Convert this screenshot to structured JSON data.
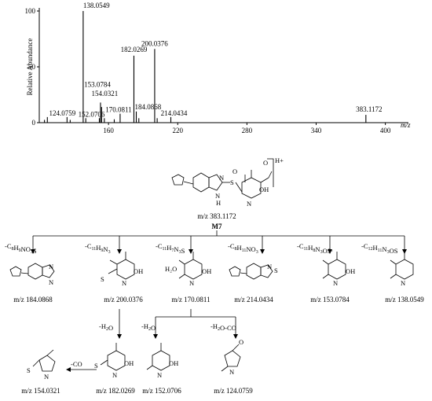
{
  "chart_data": {
    "type": "bar",
    "ylabel": "Relative Abundance",
    "xlabel": "m/z",
    "xlim": [
      100,
      420
    ],
    "ylim": [
      0,
      100
    ],
    "x_ticks": [
      160,
      220,
      280,
      340,
      400
    ],
    "y_ticks": [
      0,
      50,
      100
    ],
    "peaks": [
      {
        "mz": 104.5,
        "intensity": 2.5,
        "label": ""
      },
      {
        "mz": 107.0,
        "intensity": 5,
        "label": ""
      },
      {
        "mz": 124.0759,
        "intensity": 5,
        "label": "124.0759"
      },
      {
        "mz": 126.8,
        "intensity": 2.5,
        "label": ""
      },
      {
        "mz": 138.0549,
        "intensity": 100,
        "label": "138.0549"
      },
      {
        "mz": 140.3,
        "intensity": 4,
        "label": ""
      },
      {
        "mz": 152.0706,
        "intensity": 4,
        "label": "152.0706"
      },
      {
        "mz": 153.0784,
        "intensity": 18,
        "label": "153.0784"
      },
      {
        "mz": 154.0321,
        "intensity": 14,
        "label": "154.0321"
      },
      {
        "mz": 156.4,
        "intensity": 4,
        "label": ""
      },
      {
        "mz": 165.0,
        "intensity": 3,
        "label": ""
      },
      {
        "mz": 170.0811,
        "intensity": 8,
        "label": "170.0811"
      },
      {
        "mz": 182.0269,
        "intensity": 60,
        "label": "182.0269"
      },
      {
        "mz": 184.0868,
        "intensity": 10,
        "label": "184.0868"
      },
      {
        "mz": 186.3,
        "intensity": 4,
        "label": ""
      },
      {
        "mz": 200.0376,
        "intensity": 66,
        "label": "200.0376"
      },
      {
        "mz": 202.2,
        "intensity": 4,
        "label": ""
      },
      {
        "mz": 214.0434,
        "intensity": 5,
        "label": "214.0434"
      },
      {
        "mz": 383.1172,
        "intensity": 7,
        "label": "383.1172"
      }
    ]
  },
  "scheme": {
    "precursor_label": "m/z 383.1172",
    "precursor_name": "M7",
    "precursor_charge": "H+",
    "losses_row1": [
      "-C8H9NO3S",
      "-C11H9N3",
      "-C11H7N3S",
      "-C8H11NO3",
      "-C11H8N3OS·",
      "-C12H11N3OS"
    ],
    "products_row1": [
      "m/z 184.0868",
      "m/z 200.0376",
      "m/z 170.0811",
      "m/z 214.0434",
      "m/z 153.0784",
      "m/z 138.0549"
    ],
    "losses_row2": [
      "-CO",
      "-H2O",
      "-H2O",
      "-H2O-CO"
    ],
    "products_row2": [
      "m/z 154.0321",
      "m/z 182.0269",
      "m/z 152.0706",
      "m/z 124.0759"
    ]
  }
}
